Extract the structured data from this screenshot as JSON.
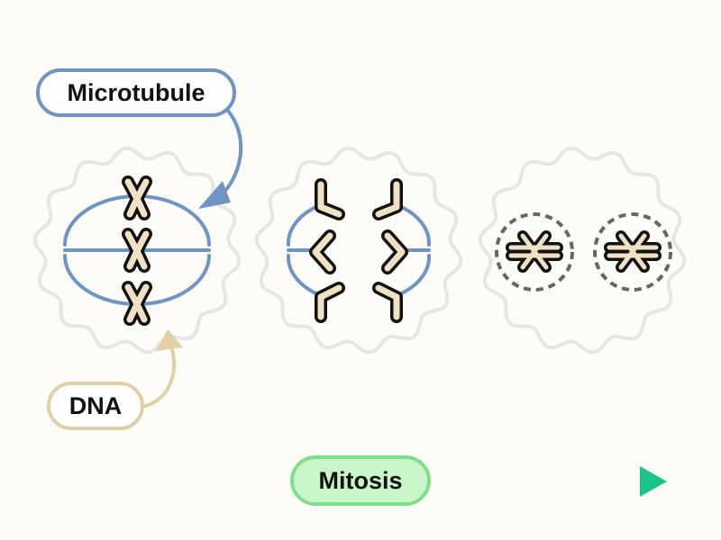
{
  "labels": {
    "microtubule": "Microtubule",
    "dna": "DNA",
    "mitosis": "Mitosis"
  },
  "colors": {
    "background": "#fdfcf8",
    "cell_membrane": "#e6e6e6",
    "microtubule": "#6f95c4",
    "dna_fill": "#f0e0c4",
    "dna_outline": "#111111",
    "dna_pointer": "#e2cfa4",
    "nucleus_outline": "#666666",
    "mitosis_arrow_start": "#d2f5e6",
    "mitosis_arrow_end": "#19c48a",
    "mitosis_label_fill": "#c8f5c9",
    "mitosis_label_border": "#7fe08a"
  },
  "stages": [
    {
      "name": "metaphase",
      "chromosomes": 3
    },
    {
      "name": "anaphase",
      "chromosomes": 6
    },
    {
      "name": "telophase",
      "nuclei": 2
    }
  ]
}
